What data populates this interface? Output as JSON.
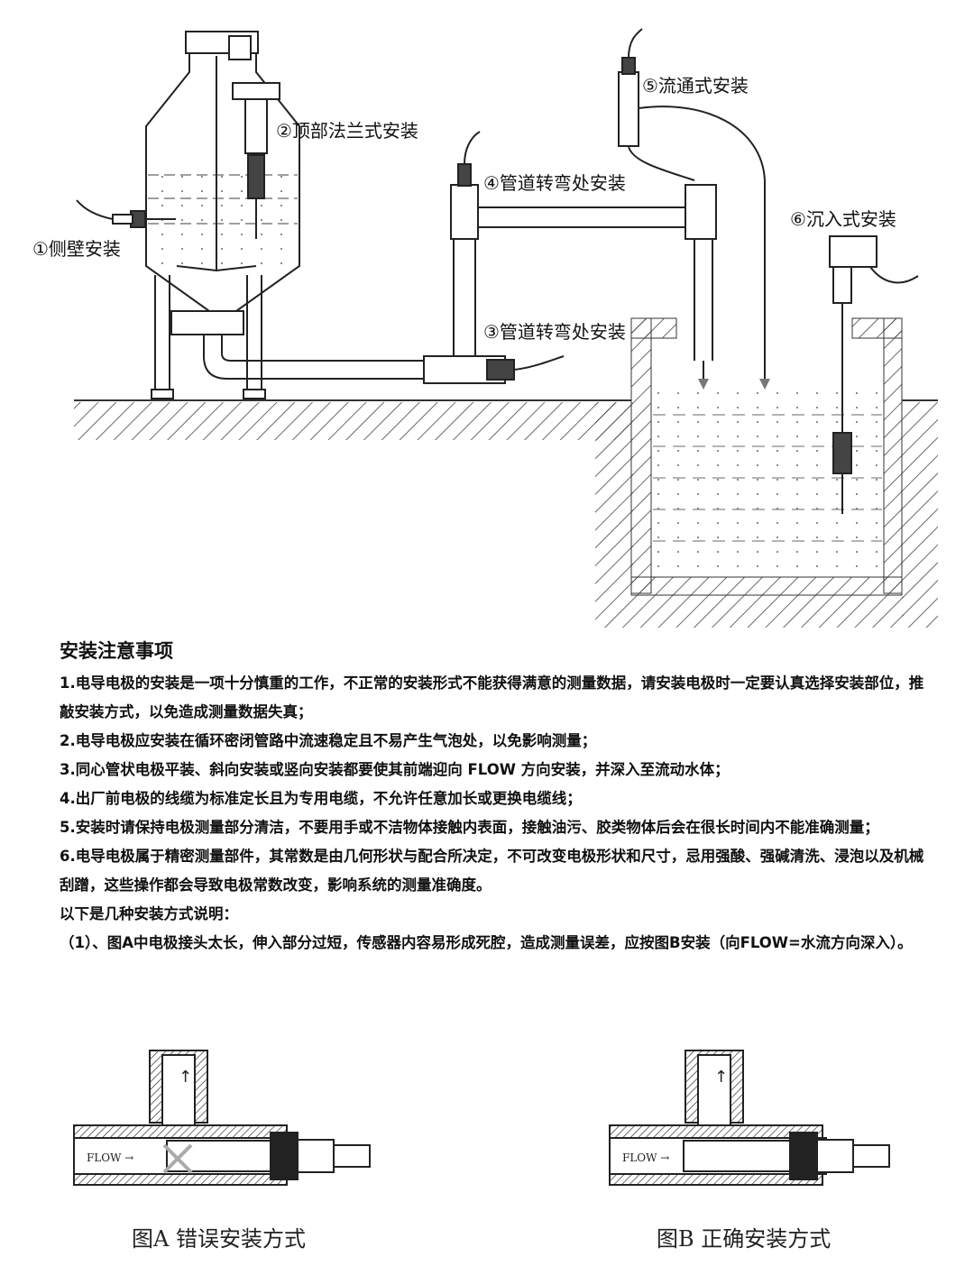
{
  "labels": {
    "side_wall": "①侧壁安装",
    "top_flange": "②顶部法兰式安装",
    "pipe_bend_lower": "③管道转弯处安装",
    "pipe_bend_upper": "④管道转弯处安装",
    "flow_through": "⑤流通式安装",
    "immersion": "⑥沉入式安装"
  },
  "notes": {
    "title": "安装注意事项",
    "items": [
      "1.电导电极的安装是一项十分慎重的工作，不正常的安装形式不能获得满意的测量数据，请安装电极时一定要认真选择安装部位，推敲安装方式，以免造成测量数据失真；",
      "2.电导电极应安装在循环密闭管路中流速稳定且不易产生气泡处，以免影响测量；",
      "3.同心管状电极平装、斜向安装或竖向安装都要使其前端迎向 FLOW 方向安装，并深入至流动水体；",
      "4.出厂前电极的线缆为标准定长且为专用电缆，不允许任意加长或更换电缆线；",
      "5.安装时请保持电极测量部分清洁，不要用手或不洁物体接触内表面，接触油污、胶类物体后会在很长时间内不能准确测量；",
      "6.电导电极属于精密测量部件，其常数是由几何形状与配合所决定，不可改变电极形状和尺寸，忌用强酸、强碱清洗、浸泡以及机械刮蹭，这些操作都会导致电极常数改变，影响系统的测量准确度。"
    ],
    "intro": "以下是几种安装方式说明：",
    "explain": "（1）、图A中电极接头太长，伸入部分过短，传感器内容易形成死腔，造成测量误差，应按图B安装（向FLOW=水流方向深入）。"
  },
  "figures": {
    "a_flow": "FLOW →",
    "b_flow": "FLOW →",
    "a_caption": "图A  错误安装方式",
    "b_caption": "图B  正确安装方式"
  }
}
